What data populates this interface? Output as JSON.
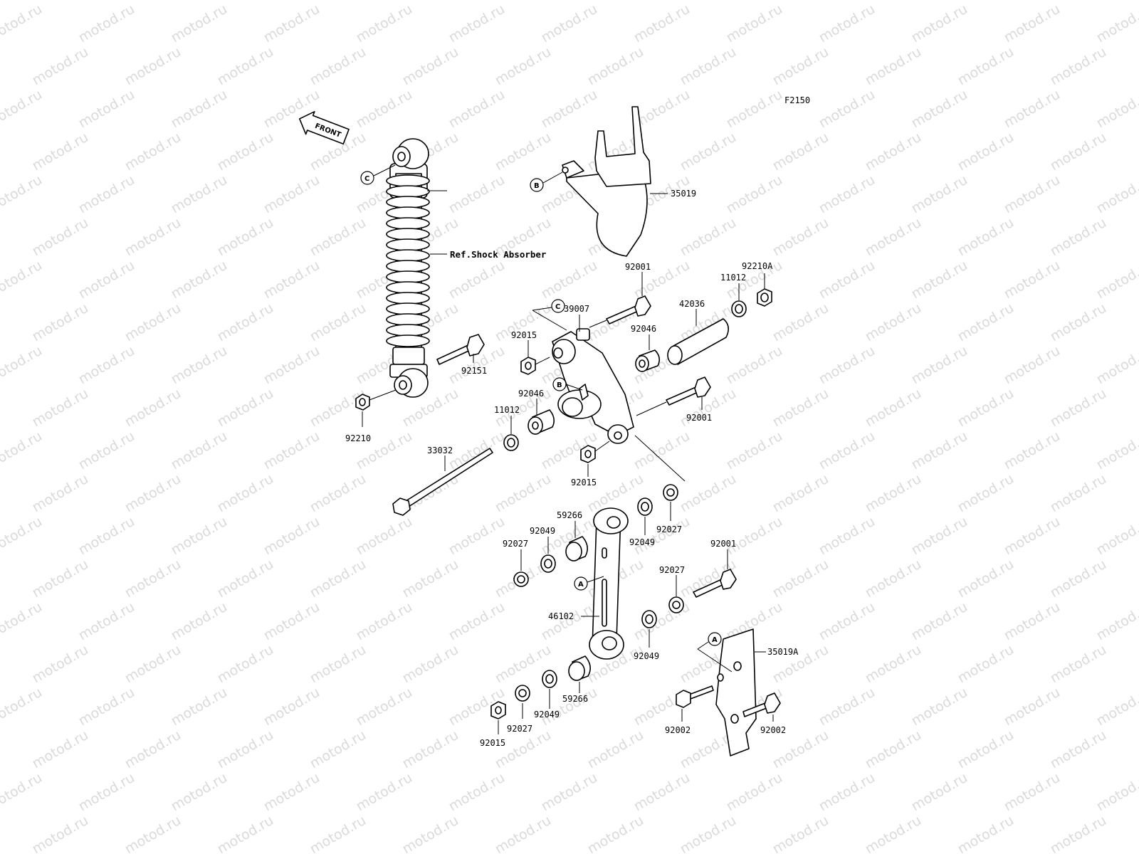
{
  "figure_code": "F2150",
  "watermark": "motod.ru",
  "front_arrow_label": "FRONT",
  "reference_label": "Ref.Shock Absorber",
  "part_numbers": {
    "p35019": "35019",
    "p92001_top": "92001",
    "p92210A": "92210A",
    "p11012_top": "11012",
    "p39007": "39007",
    "p42036": "42036",
    "p92015_top": "92015",
    "p92046_top": "92046",
    "p92151": "92151",
    "p92046_mid": "92046",
    "p11012_mid": "11012",
    "p92001_mid": "92001",
    "p92210": "92210",
    "p33032": "33032",
    "p92015_mid": "92015",
    "p59266_top": "59266",
    "p92049_top": "92049",
    "p92049_r1": "92049",
    "p92027_r1": "92027",
    "p92027_left": "92027",
    "p92001_low": "92001",
    "p92027_r2": "92027",
    "p46102": "46102",
    "p92049_r2": "92049",
    "p35019A": "35019A",
    "p92002_left": "92002",
    "p92002_right": "92002",
    "p59266_low": "59266",
    "p92049_low": "92049",
    "p92027_low": "92027",
    "p92015_low": "92015"
  },
  "callouts": {
    "c_shock": "C",
    "b_cover": "B",
    "c_rocker": "C",
    "b_rocker": "B",
    "a_rod": "A",
    "a_guard": "A"
  }
}
